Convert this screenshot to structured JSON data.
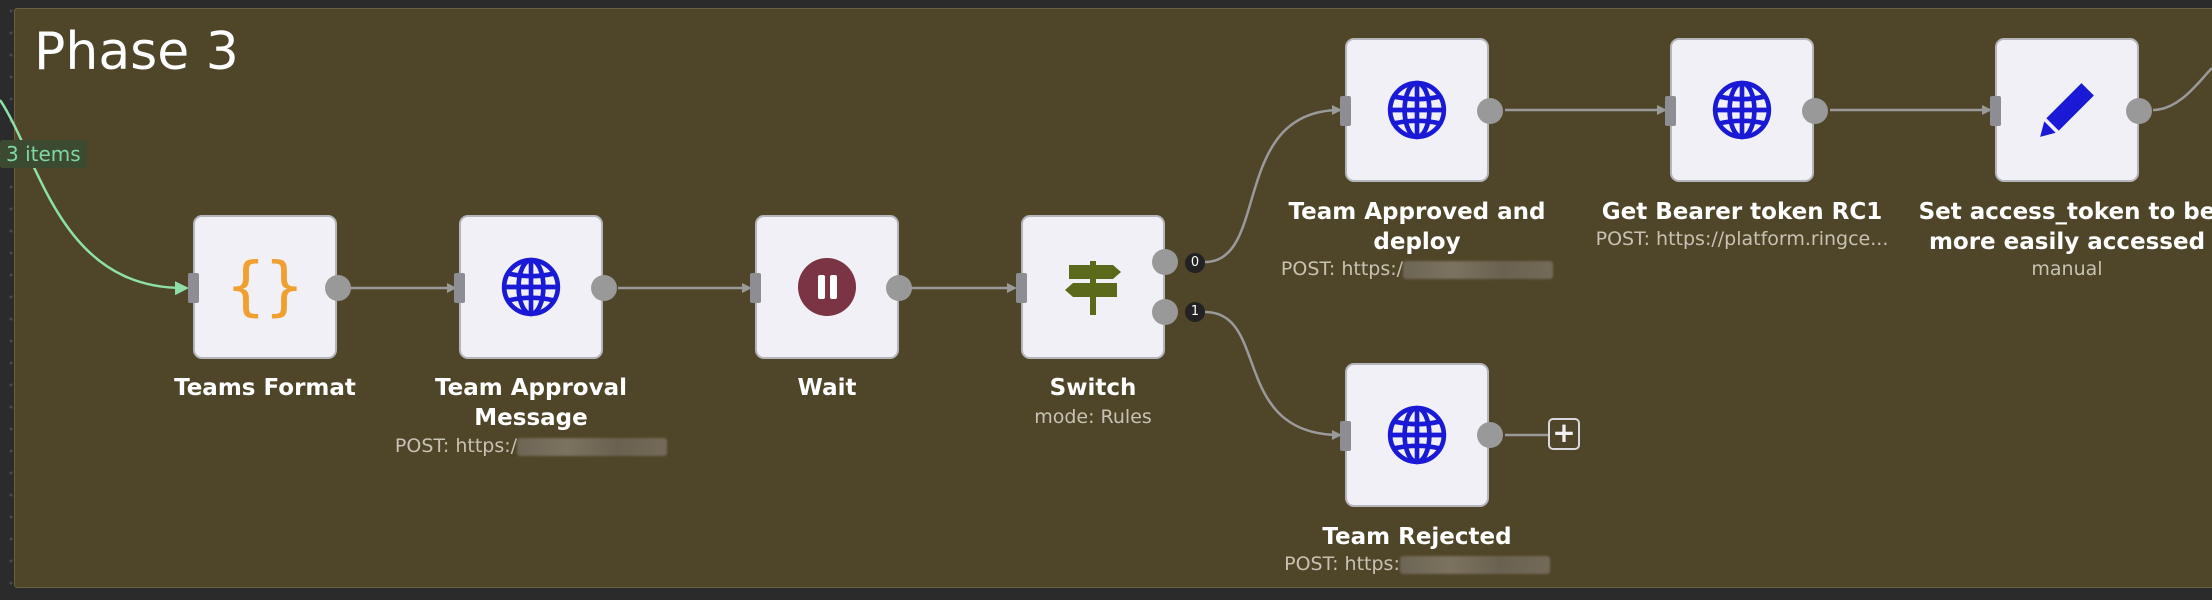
{
  "sticky": {
    "title": "Phase 3"
  },
  "connection_badge": "3 items",
  "nodes": {
    "teams_format": {
      "label": "Teams Format",
      "sub": "",
      "icon": "code-braces-icon"
    },
    "team_approval": {
      "label": "Team Approval Message",
      "sub": "POST: https:/",
      "icon": "globe-icon"
    },
    "wait": {
      "label": "Wait",
      "sub": "",
      "icon": "pause-icon"
    },
    "switch": {
      "label": "Switch",
      "sub": "mode: Rules",
      "icon": "signpost-icon"
    },
    "team_approved": {
      "label": "Team Approved and deploy",
      "sub": "POST: https:/",
      "icon": "globe-icon"
    },
    "get_bearer": {
      "label": "Get Bearer token RC1",
      "sub": "POST: https://platform.ringce...",
      "icon": "globe-icon"
    },
    "set_access": {
      "label": "Set access_token to be more easily accessed",
      "sub": "manual",
      "icon": "pencil-icon"
    },
    "team_rejected": {
      "label": "Team Rejected",
      "sub": "POST: https:",
      "icon": "globe-icon"
    }
  },
  "switch_outputs": [
    "0",
    "1"
  ],
  "add_node": "+",
  "colors": {
    "sticky": "#4f4528",
    "globe": "#1a1ad6",
    "braces": "#f0a030",
    "pause": "#7a3443",
    "signpost": "#5a6a1a",
    "pencil": "#1a1ad6",
    "wire": "#9a9a9a",
    "active_wire": "#8fe0a8"
  }
}
